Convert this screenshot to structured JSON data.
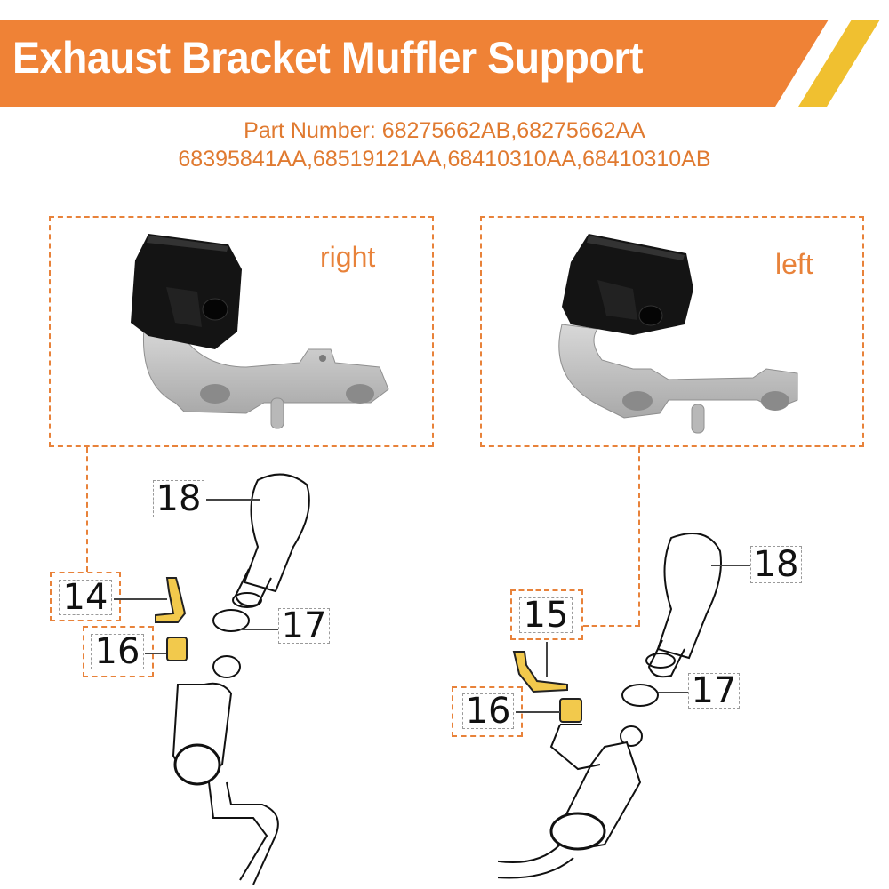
{
  "banner": {
    "title": "Exhaust Bracket Muffler Support",
    "colors": {
      "orange": "#ef8236",
      "yellow": "#f0c030",
      "text": "#ffffff"
    }
  },
  "part_numbers": {
    "line1": "Part Number: 68275662AB,68275662AA",
    "line2": "68395841AA,68519121AA,68410310AA,68410310AB",
    "color": "#e07a30"
  },
  "products": [
    {
      "side_label": "right",
      "description": "black rubber isolator on silver aluminum bracket"
    },
    {
      "side_label": "left",
      "description": "black rubber isolator on silver aluminum bracket"
    }
  ],
  "diagram_left": {
    "callouts": [
      {
        "number": "18",
        "highlighted": false
      },
      {
        "number": "14",
        "highlighted": true
      },
      {
        "number": "17",
        "highlighted": false
      },
      {
        "number": "16",
        "highlighted": true
      }
    ]
  },
  "diagram_right": {
    "callouts": [
      {
        "number": "18",
        "highlighted": false
      },
      {
        "number": "15",
        "highlighted": true
      },
      {
        "number": "17",
        "highlighted": false
      },
      {
        "number": "16",
        "highlighted": true
      }
    ]
  },
  "accent_colors": {
    "dashed_border": "#e8823a",
    "part_highlight": "#f2c94c"
  }
}
